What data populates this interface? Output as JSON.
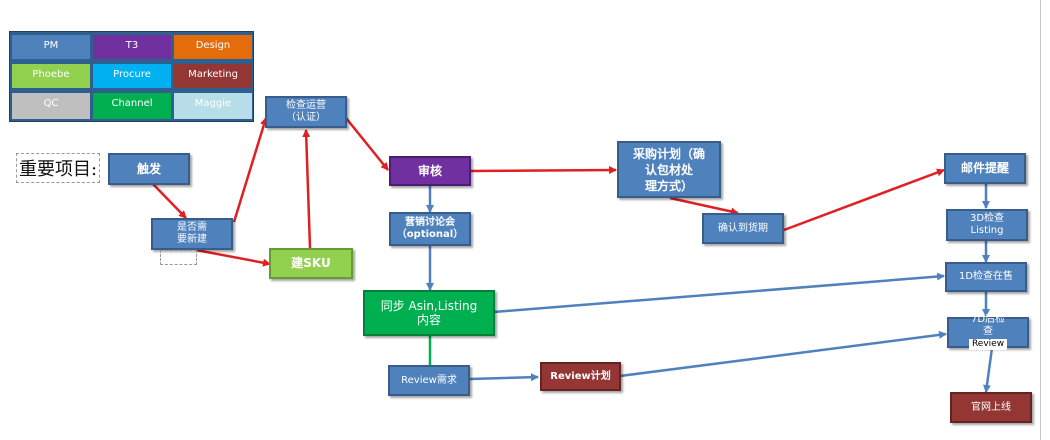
{
  "legend": [
    {
      "label": "PM",
      "color": "#4f81bd"
    },
    {
      "label": "T3",
      "color": "#7030a0"
    },
    {
      "label": "Design",
      "color": "#e46c0a"
    },
    {
      "label": "Phoebe",
      "color": "#92d050"
    },
    {
      "label": "Procure",
      "color": "#00b0f0"
    },
    {
      "label": "Marketing",
      "color": "#943634"
    },
    {
      "label": "QC",
      "color": "#bfbfbf"
    },
    {
      "label": "Channel",
      "color": "#00b050"
    },
    {
      "label": "Maggie",
      "color": "#b7dde8"
    }
  ],
  "label_prefix": "重要项目:",
  "nodes": {
    "trigger": "触发",
    "need_new": "是否需\n要新建",
    "check_ops": "检查运营\n（认证）",
    "create_sku": "建SKU",
    "review": "审核",
    "mkt_meeting": "营销讨论会\n（optional）",
    "sync": "同步 Asin,Listing\n内容",
    "review_req": "Review需求",
    "review_plan": "Review计划",
    "purchase": "采购计划（确\n认包材处\n理方式）",
    "confirm": "确认到货期",
    "email": "邮件提醒",
    "check3d": "3D检查\nListing",
    "check1d": "1D检查在售",
    "check7d": "7D后检\n查",
    "check7d_sub": "Review",
    "online": "官网上线"
  },
  "colors": {
    "red_arrow": "#e02020",
    "blue_arrow": "#4f81bd",
    "green_line": "#00b050"
  }
}
